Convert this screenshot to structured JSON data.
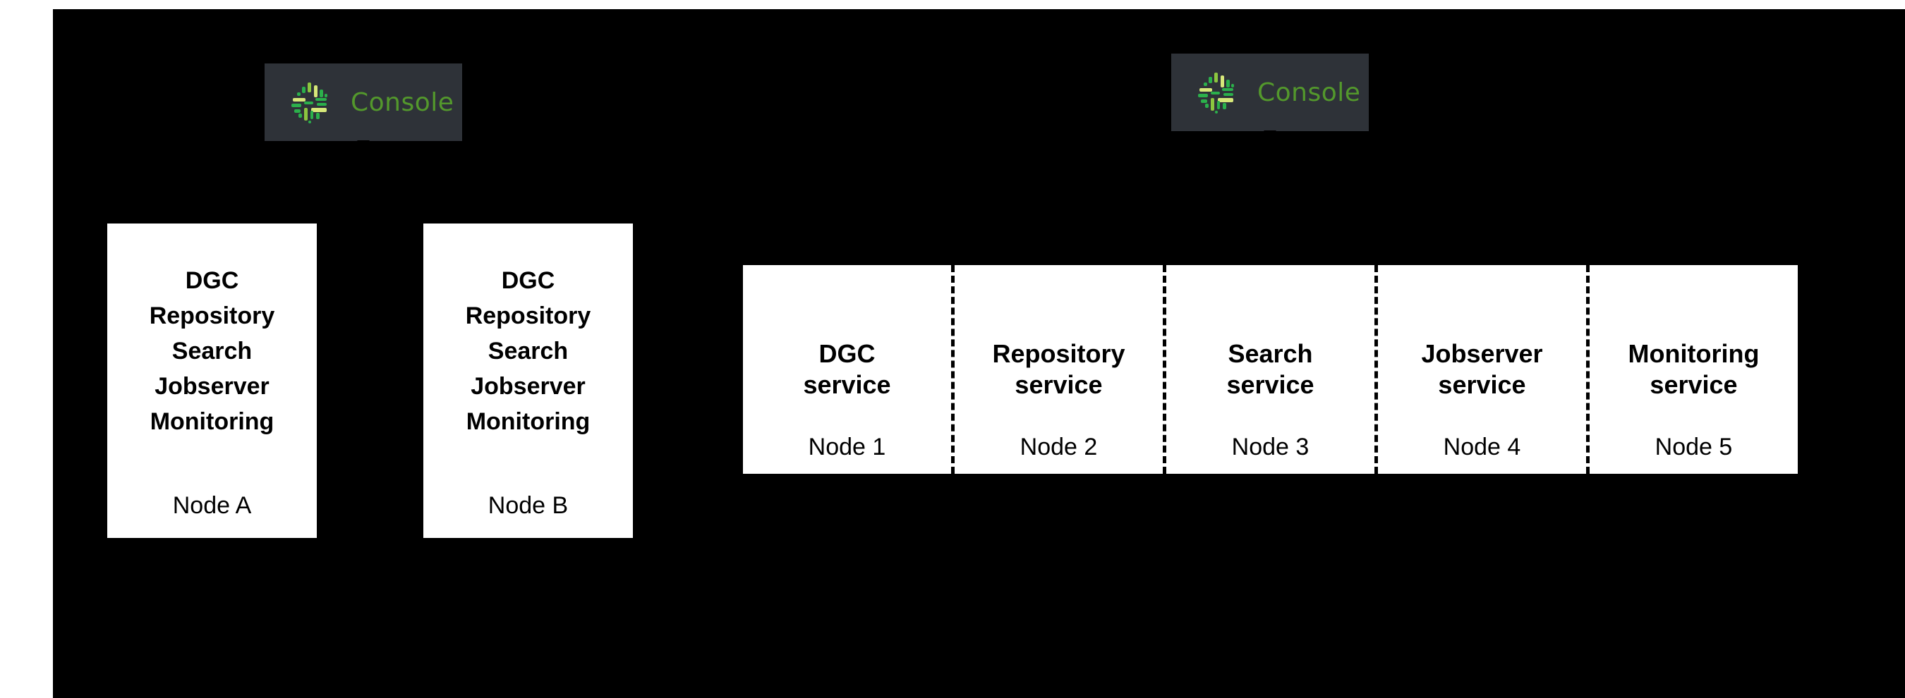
{
  "diagram": {
    "background_color": "#000000",
    "page_color": "#ffffff",
    "card_color": "#ffffff",
    "badge_color": "#2e3238",
    "badge_text_color": "#53982c"
  },
  "consoles": [
    {
      "label": "Console",
      "icon": "console-circuit-icon"
    },
    {
      "label": "Console",
      "icon": "console-circuit-icon"
    }
  ],
  "monolithic_nodes": [
    {
      "services": [
        "DGC",
        "Repository",
        "Search",
        "Jobserver",
        "Monitoring"
      ],
      "node_label": "Node A"
    },
    {
      "services": [
        "DGC",
        "Repository",
        "Search",
        "Jobserver",
        "Monitoring"
      ],
      "node_label": "Node B"
    }
  ],
  "cluster": {
    "columns": [
      {
        "service_line1": "DGC",
        "service_line2": "service",
        "node_label": "Node 1"
      },
      {
        "service_line1": "Repository",
        "service_line2": "service",
        "node_label": "Node 2"
      },
      {
        "service_line1": "Search",
        "service_line2": "service",
        "node_label": "Node 3"
      },
      {
        "service_line1": "Jobserver",
        "service_line2": "service",
        "node_label": "Node 4"
      },
      {
        "service_line1": "Monitoring",
        "service_line2": "service",
        "node_label": "Node 5"
      }
    ]
  }
}
